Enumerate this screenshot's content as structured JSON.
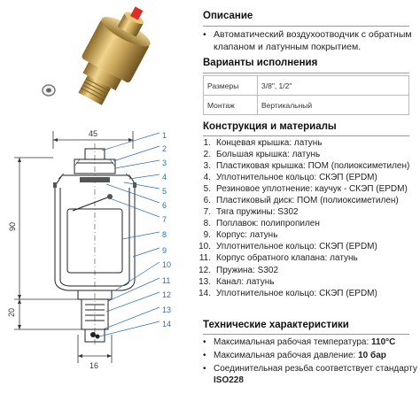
{
  "description": {
    "heading": "Описание",
    "text_line1": "Автоматический воздухоотводчик с обратным",
    "text_line2": "клапаном и латунным покрытием."
  },
  "variants": {
    "heading": "Варианты исполнения",
    "rows": [
      {
        "label": "Размеры",
        "value": "3/8\", 1/2\""
      },
      {
        "label": "Монтаж",
        "value": "Вертикальный"
      }
    ]
  },
  "construction": {
    "heading": "Конструкция и материалы",
    "items": [
      {
        "n": "1.",
        "text": "Концевая крышка: латунь"
      },
      {
        "n": "2.",
        "text": "Большая крышка: латунь"
      },
      {
        "n": "3.",
        "text": "Пластиковая крышка: ПОМ (полиоксиметилен)"
      },
      {
        "n": "4.",
        "text": "Уплотнительное кольцо: СКЭП (EPDM)"
      },
      {
        "n": "5.",
        "text": "Резиновое уплотнение: каучук - СКЭП (EPDM)"
      },
      {
        "n": "6.",
        "text": "Пластиковый диск: ПОМ (полиоксиметилен)"
      },
      {
        "n": "7.",
        "text": "Тяга пружины: S302"
      },
      {
        "n": "8.",
        "text": "Поплавок: полипропилен"
      },
      {
        "n": "9.",
        "text": "Корпус: латунь"
      },
      {
        "n": "10.",
        "text": "Уплотнительное кольцо: СКЭП (EPDM)"
      },
      {
        "n": "11.",
        "text": "Корпус обратного клапана: латунь"
      },
      {
        "n": "12.",
        "text": "Пружина: S302"
      },
      {
        "n": "13.",
        "text": "Канал: латунь"
      },
      {
        "n": "14.",
        "text": "Уплотнительное кольцо: СКЭП (EPDM)"
      }
    ]
  },
  "specs": {
    "heading": "Технические характеристики",
    "item1_text": "Максимальная рабочая температура: ",
    "item1_value": "110°C",
    "item2_text": "Максимальная рабочая давление: ",
    "item2_value": "10 бар",
    "item3_line1": "Соединительная резьба соответствует стандарту",
    "item3_value": "ISO228"
  },
  "drawing": {
    "dim_width": "45",
    "dim_height": "90",
    "dim_bottom": "20",
    "dim_thread": "16",
    "callouts": [
      "1",
      "2",
      "3",
      "4",
      "5",
      "6",
      "7",
      "8",
      "9",
      "10",
      "11",
      "12",
      "13",
      "14"
    ]
  },
  "colors": {
    "callout": "#2d6fb7",
    "brass": "#c9a65a",
    "cap": "#d6322a"
  }
}
